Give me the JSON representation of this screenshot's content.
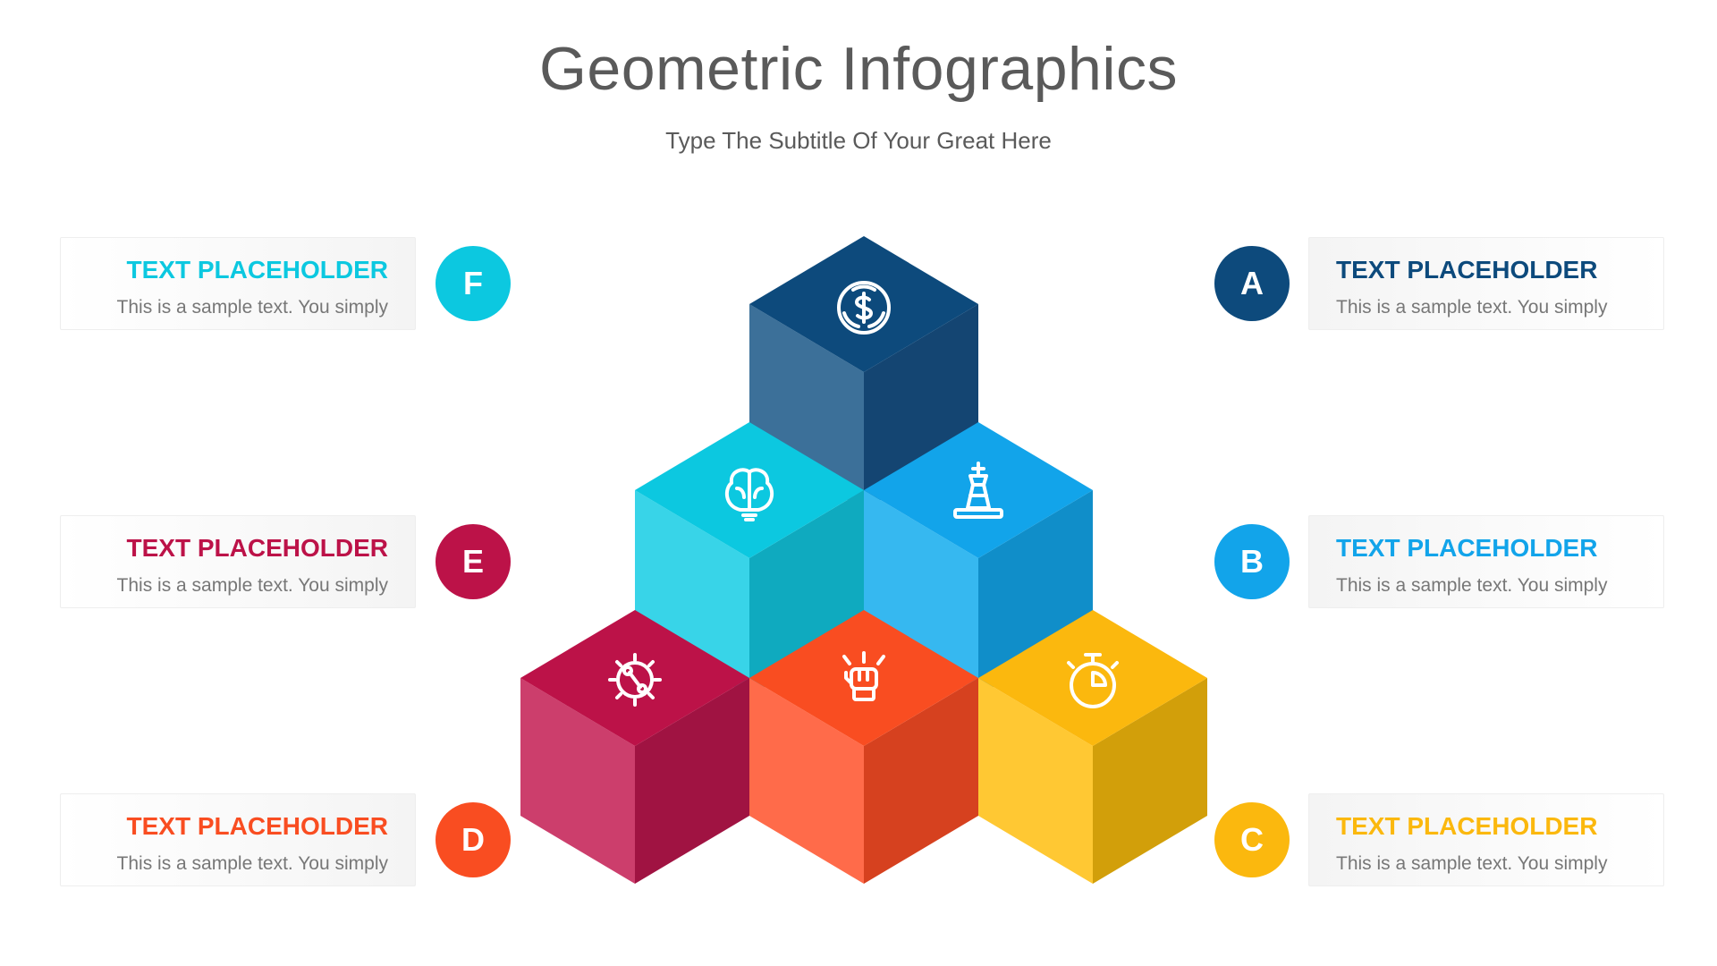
{
  "title": "Geometric Infographics",
  "subtitle": "Type The Subtitle Of Your Great Here",
  "items": [
    {
      "letter": "A",
      "heading": "TEXT PLACEHOLDER",
      "body": "This is a sample text. You simply",
      "color": "#0d4a7c",
      "icon": "money-cycle-icon"
    },
    {
      "letter": "B",
      "heading": "TEXT PLACEHOLDER",
      "body": "This is a sample text. You simply",
      "color": "#12a4ea",
      "icon": "chess-king-icon"
    },
    {
      "letter": "C",
      "heading": "TEXT PLACEHOLDER",
      "body": "This is a sample text. You simply",
      "color": "#fbb80e",
      "icon": "stopwatch-icon"
    },
    {
      "letter": "D",
      "heading": "TEXT PLACEHOLDER",
      "body": "This is a sample text. You simply",
      "color": "#f94d21",
      "icon": "raised-fist-icon"
    },
    {
      "letter": "E",
      "heading": "TEXT PLACEHOLDER",
      "body": "This is a sample text. You simply",
      "color": "#bc1248",
      "icon": "gear-wrench-icon"
    },
    {
      "letter": "F",
      "heading": "TEXT PLACEHOLDER",
      "body": "This is a sample text. You simply",
      "color": "#0cc8e0",
      "icon": "brain-bulb-icon"
    }
  ],
  "colors": {
    "title_text": "#5a5a5a",
    "body_text": "#777777",
    "cube_a": {
      "top": "#0d4a7c",
      "left": "#3c7099",
      "right": "#144572"
    },
    "cube_b": {
      "top": "#12a4ea",
      "left": "#36b8f0",
      "right": "#108ec9"
    },
    "cube_c": {
      "top": "#fbb80e",
      "left": "#ffc833",
      "right": "#d29f0a"
    },
    "cube_d": {
      "top": "#f94d21",
      "left": "#ff6b4a",
      "right": "#d6411f"
    },
    "cube_e": {
      "top": "#bc1248",
      "left": "#cc3e6c",
      "right": "#a01342"
    },
    "cube_f": {
      "top": "#0cc8e0",
      "left": "#38d4e8",
      "right": "#0faabf"
    }
  }
}
